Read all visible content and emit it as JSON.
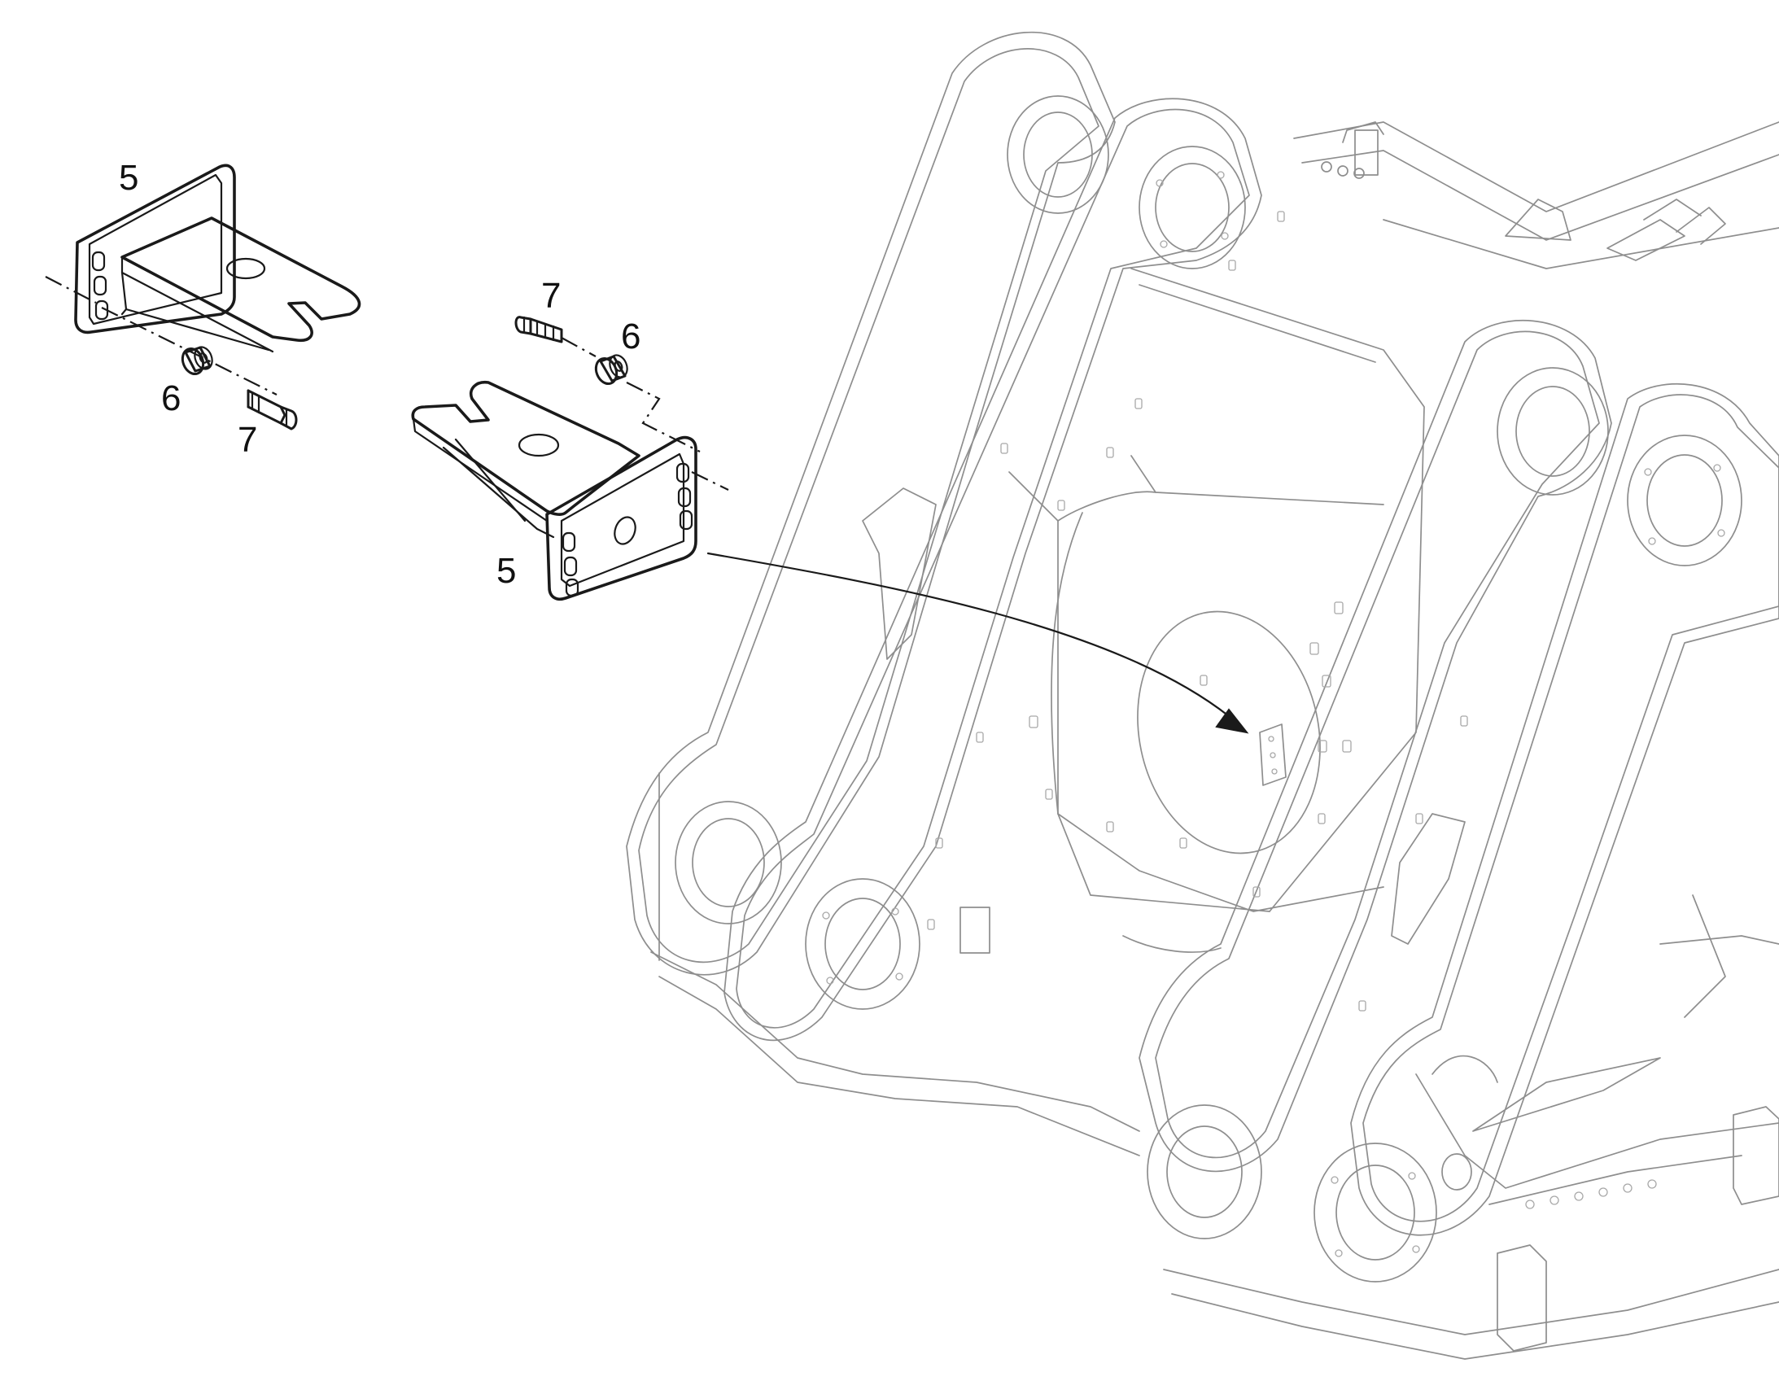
{
  "callouts": {
    "bracket_left": "5",
    "bracket_right": "5",
    "spacer_left": "6",
    "spacer_right": "6",
    "bolt_left": "7",
    "bolt_right": "7"
  },
  "colors": {
    "line": "#1a1a1a",
    "frame_line": "#8e8e8e",
    "background": "#ffffff"
  }
}
